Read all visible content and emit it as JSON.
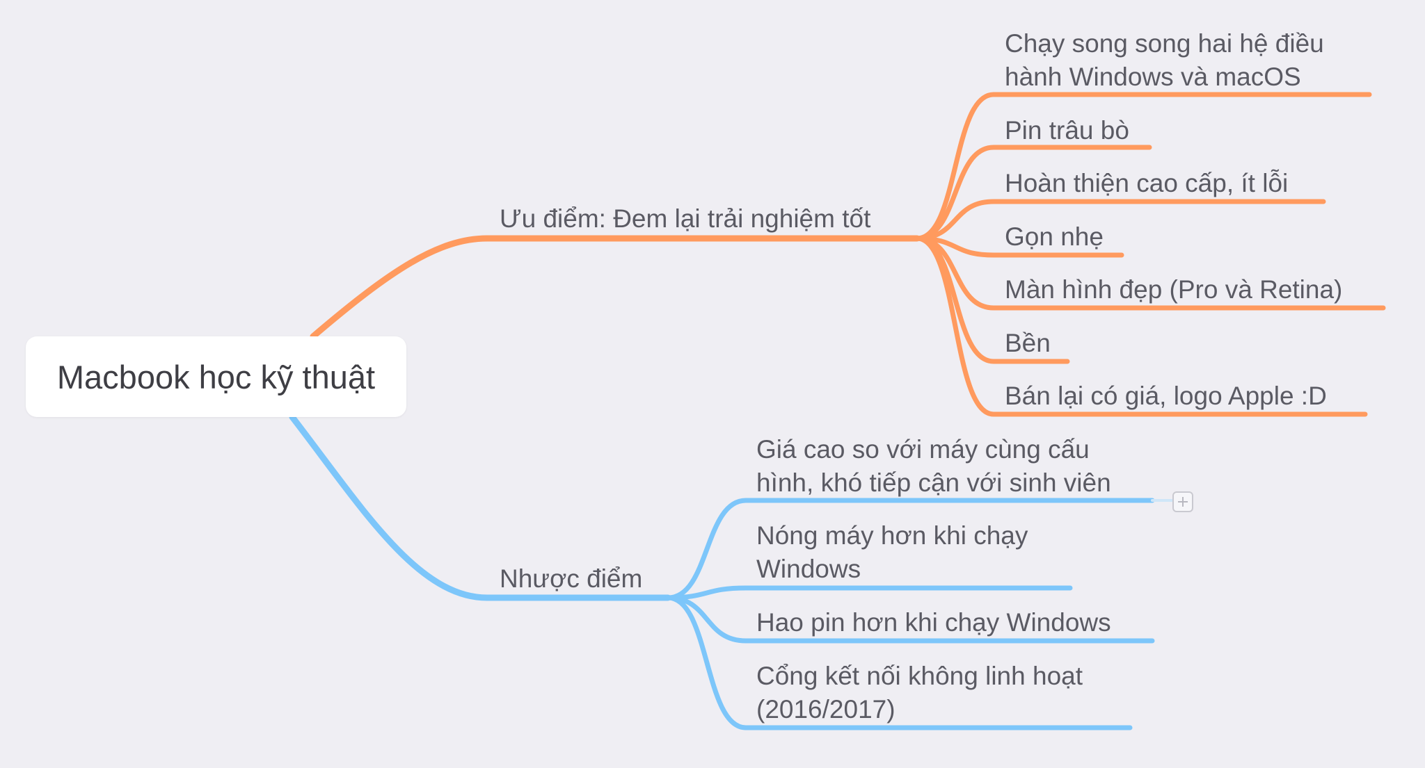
{
  "mindmap": {
    "root": "Macbook học kỹ thuật",
    "branches": [
      {
        "label": "Ưu điểm: Đem lại trải nghiệm tốt",
        "color": "#FF9A5E",
        "children": [
          [
            "Chạy song song hai hệ điều",
            "hành Windows và macOS"
          ],
          [
            "Pin trâu bò"
          ],
          [
            "Hoàn thiện cao cấp, ít lỗi"
          ],
          [
            "Gọn nhẹ"
          ],
          [
            "Màn hình đẹp (Pro và Retina)"
          ],
          [
            "Bền"
          ],
          [
            "Bán lại có giá, logo Apple :D"
          ]
        ]
      },
      {
        "label": "Nhược điểm",
        "color": "#7DC6FA",
        "children": [
          [
            "Giá cao so với máy cùng cấu",
            "hình, khó tiếp cận với sinh viên"
          ],
          [
            "Nóng máy hơn khi chạy",
            "Windows"
          ],
          [
            "Hao pin hơn khi chạy Windows"
          ],
          [
            "Cổng kết nối không linh hoạt",
            "(2016/2017)"
          ]
        ]
      }
    ],
    "expand_icon": "plus-square-icon"
  }
}
